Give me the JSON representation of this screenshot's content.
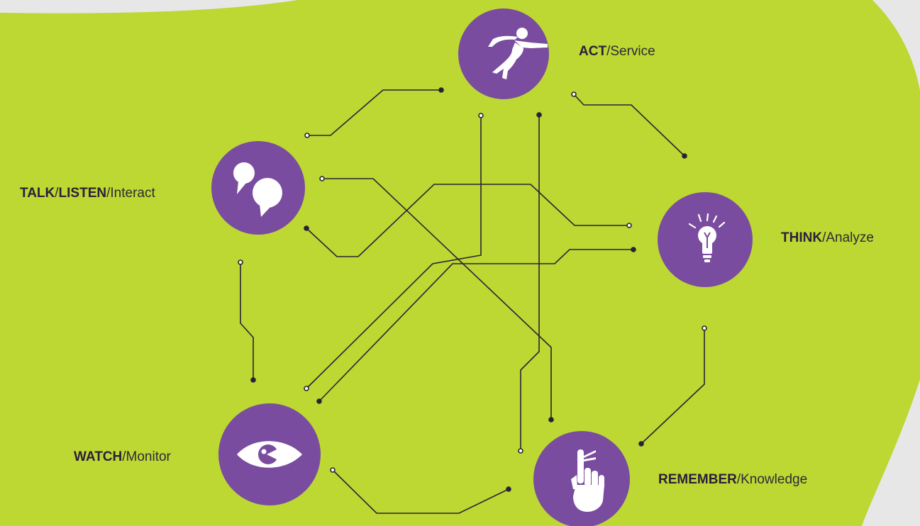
{
  "colors": {
    "background": "#bdd733",
    "page_edge": "#e7e7e8",
    "node_fill": "#7a4c9f",
    "icon": "#ffffff",
    "line": "#2b2236"
  },
  "nodes": [
    {
      "id": "act",
      "icon": "running-person-icon",
      "bold": "ACT",
      "rest": "Service"
    },
    {
      "id": "talk",
      "icon": "speech-bubbles-icon",
      "bold": "TALK",
      "bold2": "LISTEN",
      "rest": "Interact"
    },
    {
      "id": "think",
      "icon": "lightbulb-icon",
      "bold": "THINK",
      "rest": "Analyze"
    },
    {
      "id": "watch",
      "icon": "eye-icon",
      "bold": "WATCH",
      "rest": "Monitor"
    },
    {
      "id": "remember",
      "icon": "finger-string-icon",
      "bold": "REMEMBER",
      "rest": "Knowledge"
    }
  ],
  "separator": "/"
}
